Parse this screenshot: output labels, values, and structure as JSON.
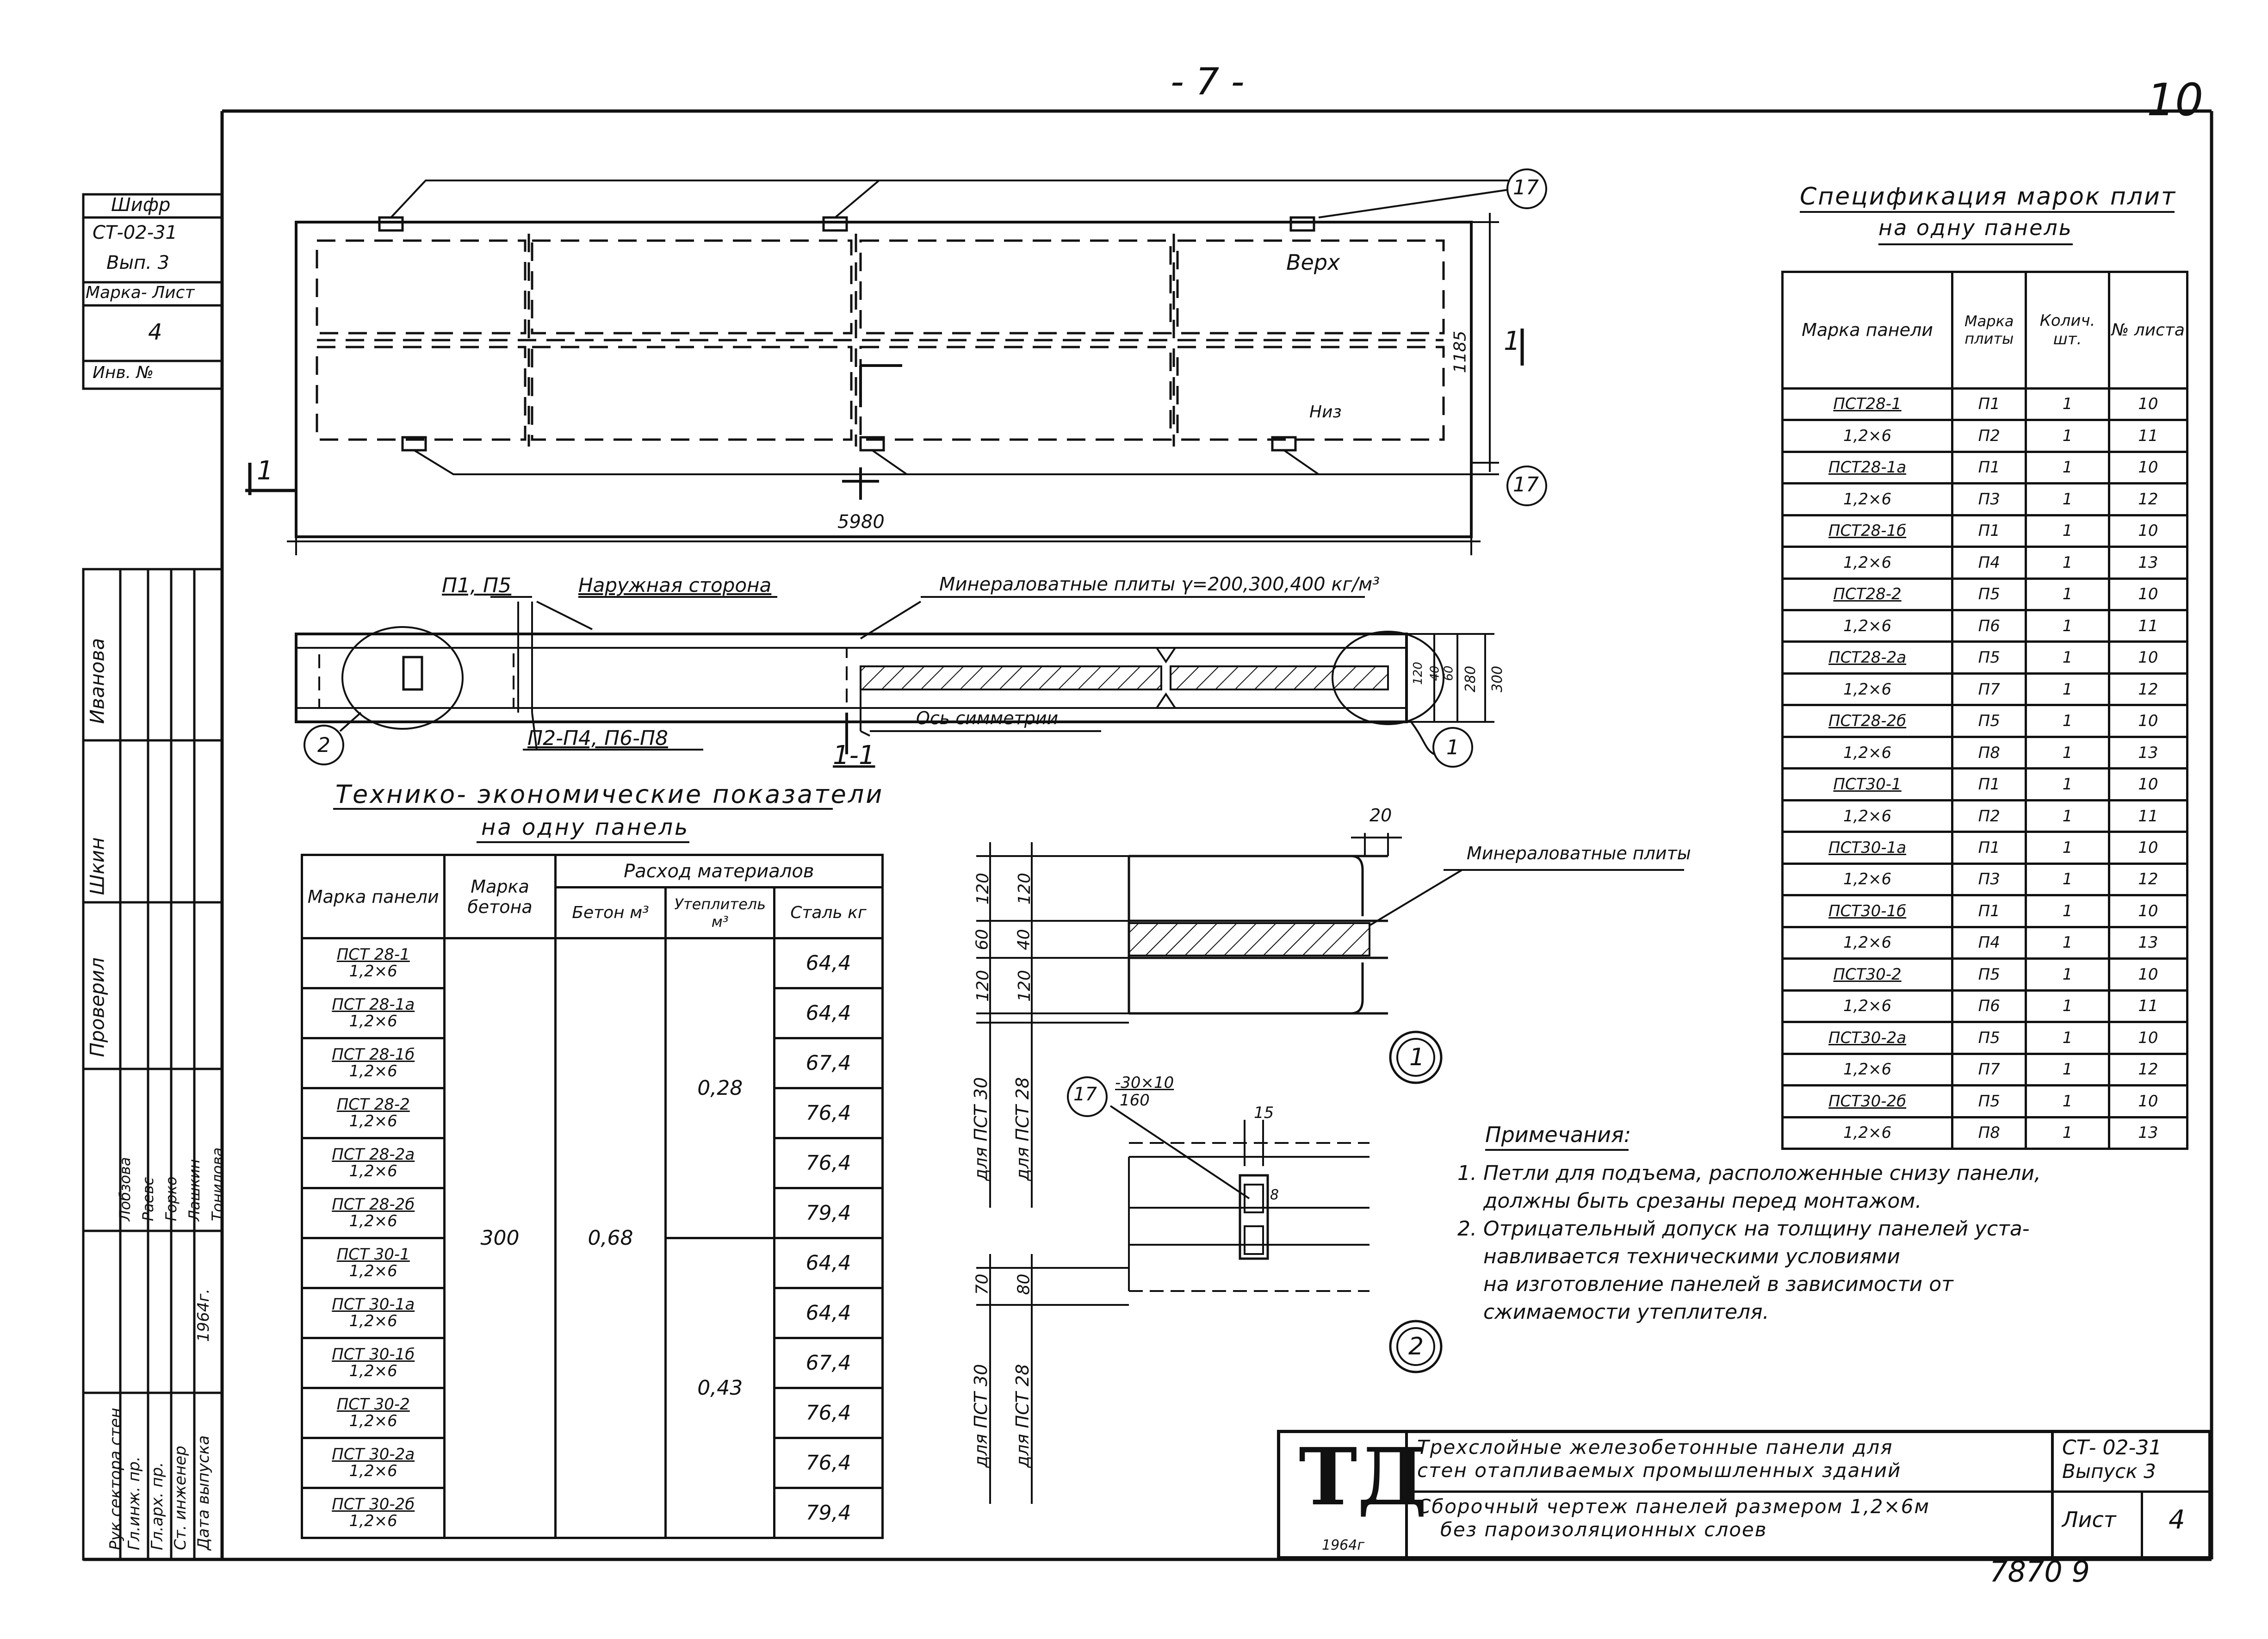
{
  "page_number": "- 7 -",
  "sheet_corner": "10",
  "bottom_number": "7870 9",
  "side_stamp": {
    "cipher_label": "Шифр",
    "series": "СТ-02-31",
    "issue": "Вып. 3",
    "mark_sheet_label": "Марка- Лист",
    "mark_sheet_value": "4",
    "inv_label": "Инв. №"
  },
  "signature_block": {
    "names": [
      "Иванова",
      "Шкин",
      "Проверил"
    ],
    "roles": [
      "Рук.сектора стен",
      "Гл.инж. пр.",
      "Гл.арх. пр.",
      "Ст. инженер",
      "Дата выпуска"
    ],
    "people": [
      "Лобзова",
      "Раевс",
      "Горко",
      "Лашкин",
      "Тонилова"
    ],
    "date": "1964г."
  },
  "plan_view": {
    "callout_17": "17",
    "label_top": "Верх",
    "label_bottom": "Низ",
    "dim_height": "1185",
    "dim_length": "5980",
    "section_mark": "1"
  },
  "section_view": {
    "label_p1p5": "П1, П5",
    "label_outer": "Наружная сторона",
    "label_mineral": "Минераловатные плиты γ=200,300,400 кг/м³",
    "label_p2p8": "П2-П4, П6-П8",
    "label_axis": "Ось симметрии",
    "section_label": "1-1",
    "callout_1": "1",
    "callout_2": "2",
    "dims": [
      "120",
      "40",
      "60",
      "280",
      "300"
    ]
  },
  "tech_table": {
    "title_line1": "Технико- экономические показатели",
    "title_line2": "на одну панель",
    "headers": {
      "panel": "Марка панели",
      "concrete_grade": "Марка бетона",
      "consumption": "Расход материалов",
      "concrete": "Бетон м³",
      "insulation": "Утеплитель м³",
      "steel": "Сталь кг"
    },
    "rows": [
      {
        "mark": "ПСТ 28-1",
        "size": "1,2×6",
        "steel": "64,4"
      },
      {
        "mark": "ПСТ 28-1а",
        "size": "1,2×6",
        "steel": "64,4"
      },
      {
        "mark": "ПСТ 28-1б",
        "size": "1,2×6",
        "steel": "67,4"
      },
      {
        "mark": "ПСТ 28-2",
        "size": "1,2×6",
        "steel": "76,4"
      },
      {
        "mark": "ПСТ 28-2а",
        "size": "1,2×6",
        "steel": "76,4"
      },
      {
        "mark": "ПСТ 28-2б",
        "size": "1,2×6",
        "steel": "79,4"
      },
      {
        "mark": "ПСТ 30-1",
        "size": "1,2×6",
        "steel": "64,4"
      },
      {
        "mark": "ПСТ 30-1а",
        "size": "1,2×6",
        "steel": "64,4"
      },
      {
        "mark": "ПСТ 30-1б",
        "size": "1,2×6",
        "steel": "67,4"
      },
      {
        "mark": "ПСТ 30-2",
        "size": "1,2×6",
        "steel": "76,4"
      },
      {
        "mark": "ПСТ 30-2а",
        "size": "1,2×6",
        "steel": "76,4"
      },
      {
        "mark": "ПСТ 30-2б",
        "size": "1,2×6",
        "steel": "79,4"
      }
    ],
    "concrete_grade": "300",
    "concrete_volume": "0,68",
    "insulation_28": "0,28",
    "insulation_30": "0,43"
  },
  "detail_1": {
    "dim_20": "20",
    "label_mineral": "Минераловатные плиты",
    "dims_outer": [
      "120",
      "60",
      "120"
    ],
    "dims_inner": [
      "120",
      "40",
      "120"
    ],
    "for_pst30": "для ПСТ 30",
    "for_pst28": "для ПСТ 28",
    "callout": "1"
  },
  "detail_2": {
    "callout_17": "17",
    "plate_label": "-30×10",
    "plate_length": "160",
    "dim_15": "15",
    "dim_8": "8",
    "dims": [
      "70",
      "80"
    ],
    "for_pst30": "для ПСТ 30",
    "for_pst28": "для ПСТ 28",
    "callout": "2"
  },
  "spec_table": {
    "title_line1": "Спецификация марок плит",
    "title_line2": "на одну панель",
    "headers": {
      "panel": "Марка панели",
      "slab": "Марка плиты",
      "qty": "Колич. шт.",
      "sheet": "№ листа"
    },
    "rows": [
      {
        "mark": "ПСТ28-1",
        "size": "1,2×6",
        "slabs": [
          [
            "П1",
            "1",
            "10"
          ],
          [
            "П2",
            "1",
            "11"
          ]
        ]
      },
      {
        "mark": "ПСТ28-1а",
        "size": "1,2×6",
        "slabs": [
          [
            "П1",
            "1",
            "10"
          ],
          [
            "П3",
            "1",
            "12"
          ]
        ]
      },
      {
        "mark": "ПСТ28-1б",
        "size": "1,2×6",
        "slabs": [
          [
            "П1",
            "1",
            "10"
          ],
          [
            "П4",
            "1",
            "13"
          ]
        ]
      },
      {
        "mark": "ПСТ28-2",
        "size": "1,2×6",
        "slabs": [
          [
            "П5",
            "1",
            "10"
          ],
          [
            "П6",
            "1",
            "11"
          ]
        ]
      },
      {
        "mark": "ПСТ28-2а",
        "size": "1,2×6",
        "slabs": [
          [
            "П5",
            "1",
            "10"
          ],
          [
            "П7",
            "1",
            "12"
          ]
        ]
      },
      {
        "mark": "ПСТ28-2б",
        "size": "1,2×6",
        "slabs": [
          [
            "П5",
            "1",
            "10"
          ],
          [
            "П8",
            "1",
            "13"
          ]
        ]
      },
      {
        "mark": "ПСТ30-1",
        "size": "1,2×6",
        "slabs": [
          [
            "П1",
            "1",
            "10"
          ],
          [
            "П2",
            "1",
            "11"
          ]
        ]
      },
      {
        "mark": "ПСТ30-1а",
        "size": "1,2×6",
        "slabs": [
          [
            "П1",
            "1",
            "10"
          ],
          [
            "П3",
            "1",
            "12"
          ]
        ]
      },
      {
        "mark": "ПСТ30-1б",
        "size": "1,2×6",
        "slabs": [
          [
            "П1",
            "1",
            "10"
          ],
          [
            "П4",
            "1",
            "13"
          ]
        ]
      },
      {
        "mark": "ПСТ30-2",
        "size": "1,2×6",
        "slabs": [
          [
            "П5",
            "1",
            "10"
          ],
          [
            "П6",
            "1",
            "11"
          ]
        ]
      },
      {
        "mark": "ПСТ30-2а",
        "size": "1,2×6",
        "slabs": [
          [
            "П5",
            "1",
            "10"
          ],
          [
            "П7",
            "1",
            "12"
          ]
        ]
      },
      {
        "mark": "ПСТ30-2б",
        "size": "1,2×6",
        "slabs": [
          [
            "П5",
            "1",
            "10"
          ],
          [
            "П8",
            "1",
            "13"
          ]
        ]
      }
    ]
  },
  "notes": {
    "title": "Примечания:",
    "items": [
      "1. Петли для подъема, расположенные снизу панели,",
      "    должны быть срезаны перед монтажом.",
      "2. Отрицательный допуск на толщину панелей уста-",
      "    навливается техническими условиями",
      "    на изготовление панелей в зависимости от",
      "    сжимаемости утеплителя."
    ]
  },
  "title_block": {
    "logo": "ТД",
    "year": "1964г",
    "title_line1": "Трехслойные железобетонные панели для",
    "title_line2": "стен отапливаемых промышленных зданий",
    "subtitle_line1": "Сборочный чертеж панелей размером 1,2×6м",
    "subtitle_line2": "без пароизоляционных слоев",
    "series": "СТ- 02-31",
    "issue": "Выпуск 3",
    "sheet_label": "Лист",
    "sheet_number": "4"
  }
}
